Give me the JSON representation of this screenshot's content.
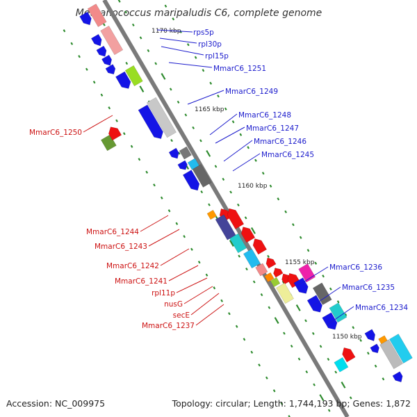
{
  "title": "Methanococcus maripaludis C6, complete genome",
  "footer": {
    "accession": "Accession: NC_009975",
    "topology": "Topology: circular; Length: 1,744,193 bp; Genes: 1,872"
  },
  "colors": {
    "forward_label": "#1a1acc",
    "reverse_label": "#cc1111",
    "backbone": "#7f7f7f",
    "tick": "#2e8b2e"
  },
  "kbp_marks": [
    "1170 kbp",
    "1165 kbp",
    "1160 kbp",
    "1155 kbp",
    "1150 kbp"
  ],
  "forward_labels": [
    "rps5p",
    "rpl30p",
    "rpl15p",
    "MmarC6_1251",
    "MmarC6_1249",
    "MmarC6_1248",
    "MmarC6_1247",
    "MmarC6_1246",
    "MmarC6_1245",
    "MmarC6_1236",
    "MmarC6_1235",
    "MmarC6_1234"
  ],
  "reverse_labels": [
    "MmarC6_1250",
    "MmarC6_1244",
    "MmarC6_1243",
    "MmarC6_1242",
    "MmarC6_1241",
    "rpl11p",
    "nusG",
    "secE",
    "MmarC6_1237"
  ]
}
